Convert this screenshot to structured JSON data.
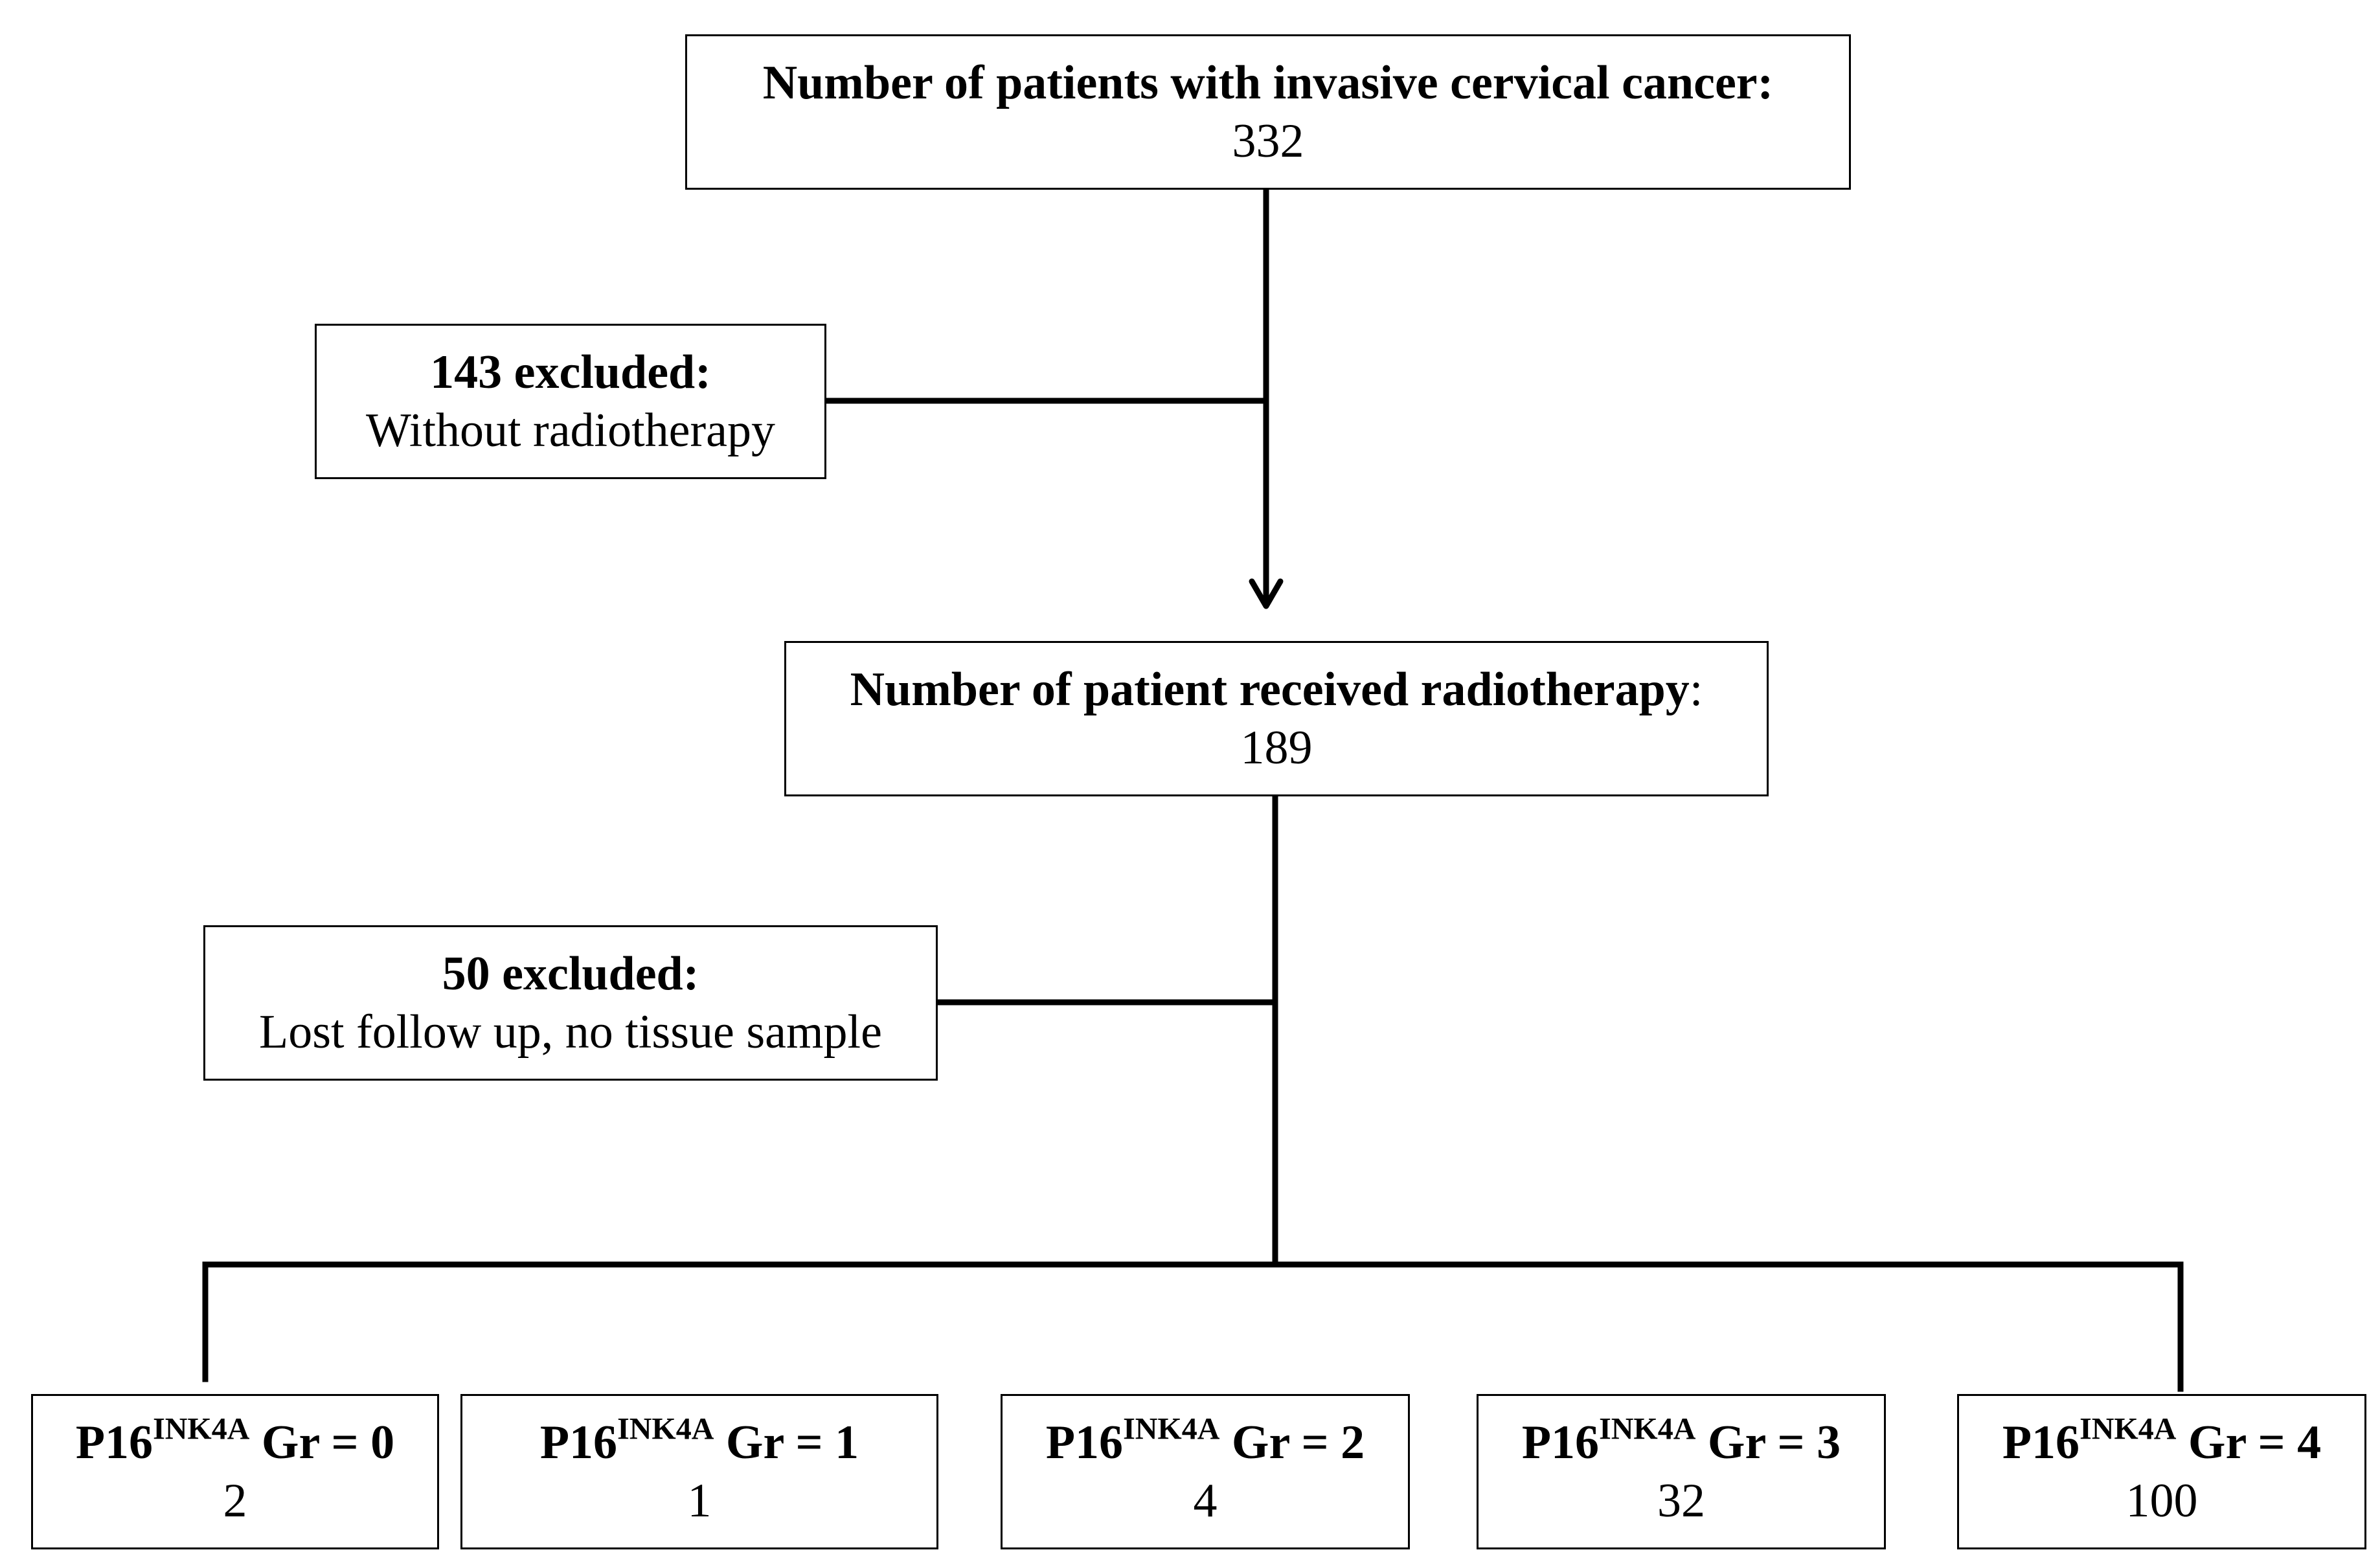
{
  "total": {
    "heading": "Number of  patients with invasive cervical cancer:",
    "value": "332"
  },
  "excluded_no_radiotherapy": {
    "heading": "143 excluded:",
    "reason": "Without radiotherapy"
  },
  "received_radiotherapy": {
    "heading": "Number of patient received radiotherapy",
    "colon": ":",
    "value": "189"
  },
  "excluded_lost": {
    "heading": "50 excluded:",
    "reason": "Lost follow up, no tissue sample"
  },
  "grades": [
    {
      "prefix": "P16",
      "superscript": "INK4A",
      "grade_label": " Gr = 0",
      "count": "2"
    },
    {
      "prefix": "P16",
      "superscript": "INK4A",
      "grade_label": " Gr = 1",
      "count": "1"
    },
    {
      "prefix": "P16",
      "superscript": "INK4A",
      "grade_label": " Gr = 2",
      "count": "4"
    },
    {
      "prefix": "P16",
      "superscript": "INK4A",
      "grade_label": " Gr = 3",
      "count": "32"
    },
    {
      "prefix": "P16",
      "superscript": "INK4A",
      "grade_label": " Gr = 4",
      "count": "100"
    }
  ]
}
